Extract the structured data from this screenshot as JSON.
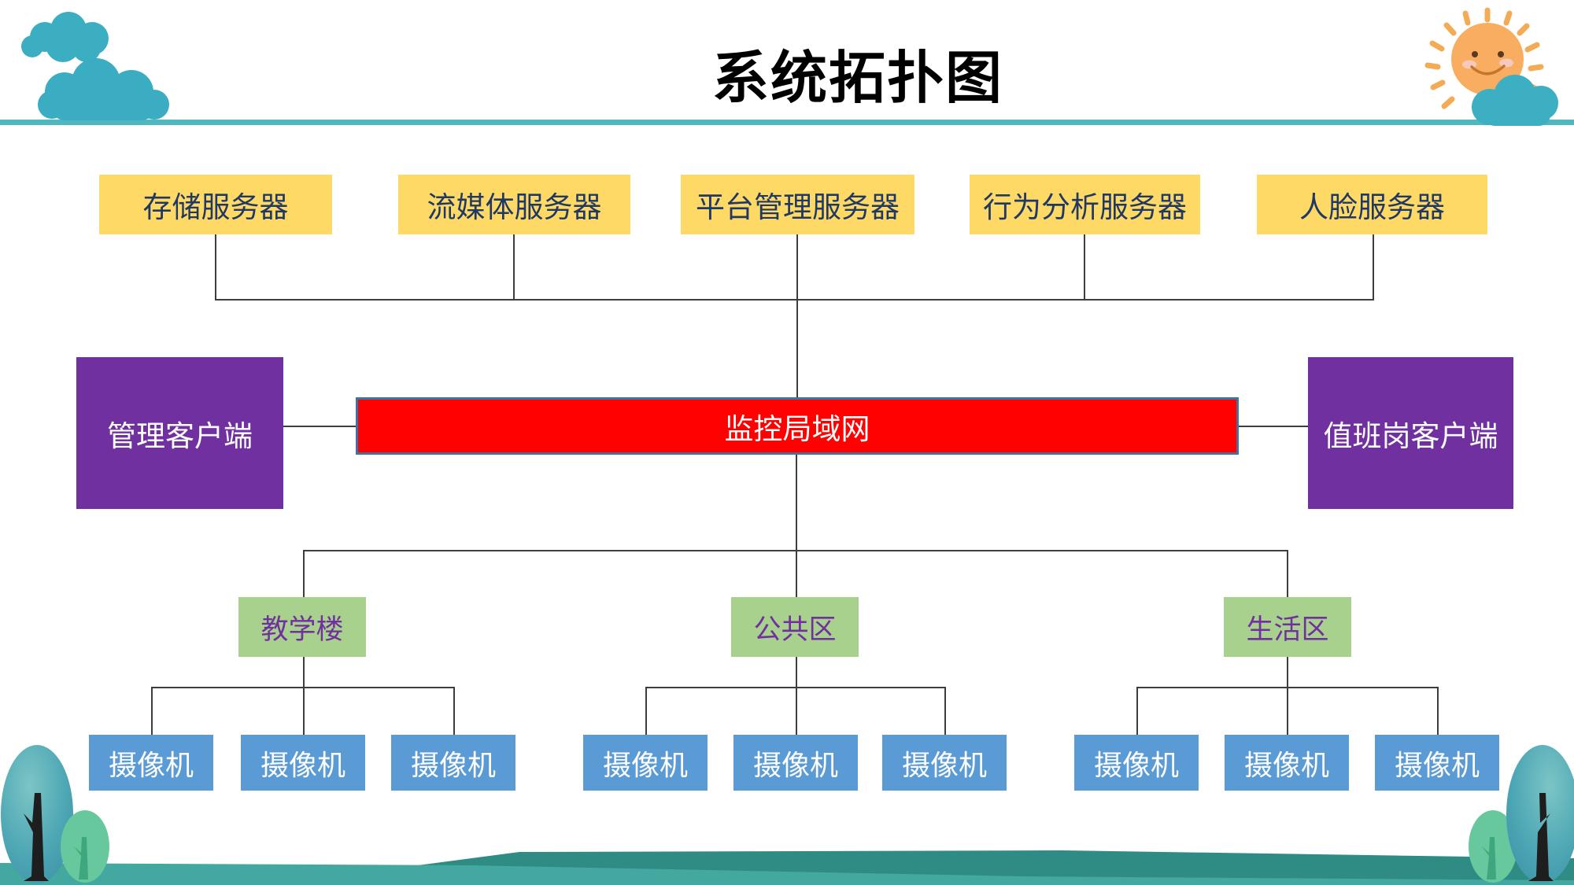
{
  "title": "系统拓扑图",
  "colors": {
    "server_fill": "#FFD966",
    "server_text": "#1F3864",
    "client_fill": "#7030A0",
    "network_fill": "#FE0100",
    "network_border": "#41719C",
    "area_fill": "#A9D18E",
    "area_text": "#7030A0",
    "camera_fill": "#5B9BD5",
    "divider_teal": "#4FB8BE",
    "connector": "#3d3d3d"
  },
  "nodes": {
    "servers": [
      {
        "label": "存储服务器"
      },
      {
        "label": "流媒体服务器"
      },
      {
        "label": "平台管理服务器"
      },
      {
        "label": "行为分析服务器"
      },
      {
        "label": "人脸服务器"
      }
    ],
    "network": {
      "label": "监控局域网"
    },
    "clients": [
      {
        "label": "管理客户端"
      },
      {
        "label": "值班岗客户端"
      }
    ],
    "areas": [
      {
        "label": "教学楼"
      },
      {
        "label": "公共区"
      },
      {
        "label": "生活区"
      }
    ],
    "cameras": [
      {
        "label": "摄像机"
      },
      {
        "label": "摄像机"
      },
      {
        "label": "摄像机"
      },
      {
        "label": "摄像机"
      },
      {
        "label": "摄像机"
      },
      {
        "label": "摄像机"
      },
      {
        "label": "摄像机"
      },
      {
        "label": "摄像机"
      },
      {
        "label": "摄像机"
      }
    ]
  },
  "decorations": {
    "top_left": "clouds-icon",
    "top_right": "sun-with-cloud-icon",
    "bottom_left": "trees-icon",
    "bottom_right": "trees-icon",
    "bottom": "hills-graphic"
  }
}
